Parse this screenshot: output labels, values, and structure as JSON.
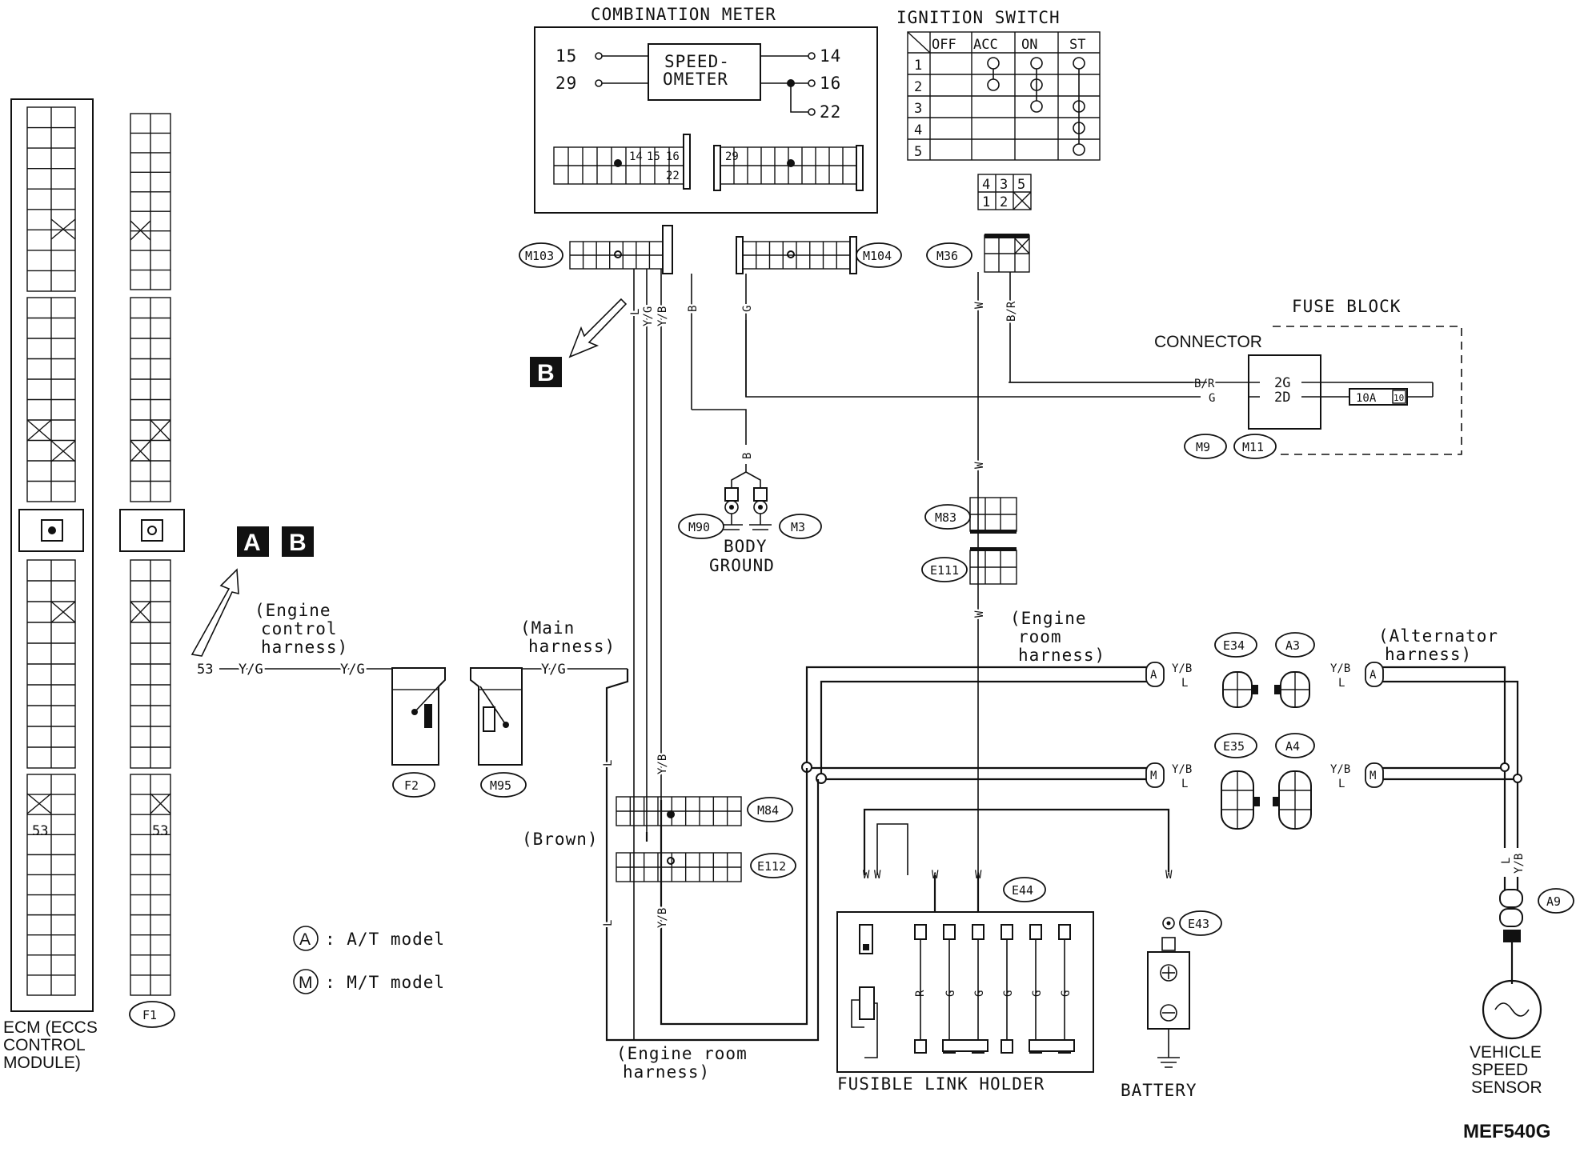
{
  "titles": {
    "combination_meter": "COMBINATION METER",
    "speedometer_line1": "SPEED-",
    "speedometer_line2": "OMETER",
    "ignition_switch": "IGNITION SWITCH",
    "fuse_block": "FUSE BLOCK",
    "connector": "CONNECTOR",
    "body_ground_1": "BODY",
    "body_ground_2": "GROUND",
    "fusible_link_holder": "FUSIBLE LINK HOLDER",
    "battery": "BATTERY",
    "vss_1": "VEHICLE",
    "vss_2": "SPEED",
    "vss_3": "SENSOR",
    "ecm_1": "ECM (ECCS",
    "ecm_2": "CONTROL",
    "ecm_3": "MODULE)",
    "figure_code": "MEF540G"
  },
  "meter_pins": {
    "p15": "15",
    "p29": "29",
    "p14": "14",
    "p16": "16",
    "p22": "22",
    "c14": "14",
    "c15": "15",
    "c16": "16",
    "c22": "22",
    "c29": "29"
  },
  "ignition_table": {
    "headers": [
      "OFF",
      "ACC",
      "ON",
      "ST"
    ],
    "rows": [
      "1",
      "2",
      "3",
      "4",
      "5"
    ]
  },
  "ignition_connector": {
    "top": [
      "4",
      "3",
      "5"
    ],
    "bottom": [
      "1",
      "2"
    ]
  },
  "connectors": {
    "m103": "M103",
    "m104": "M104",
    "m36": "M36",
    "m9": "M9",
    "m11": "M11",
    "m90": "M90",
    "m3": "M3",
    "m83": "M83",
    "e111": "E111",
    "e34": "E34",
    "a3": "A3",
    "e35": "E35",
    "a4": "A4",
    "a9": "A9",
    "f2": "F2",
    "m95": "M95",
    "m84": "M84",
    "e112": "E112",
    "e44": "E44",
    "e43": "E43",
    "f1": "F1"
  },
  "wire_colors": {
    "l": "L",
    "yg": "Y/G",
    "yb": "Y/B",
    "b": "B",
    "g": "G",
    "w": "W",
    "br": "B/R",
    "r": "R"
  },
  "fuse": {
    "t2g": "2G",
    "t2d": "2D",
    "rating": "10A",
    "num": "10"
  },
  "harness_labels": {
    "engine_control_1": "(Engine",
    "engine_control_2": "control",
    "engine_control_3": "harness)",
    "main_1": "(Main",
    "main_2": "harness)",
    "engine_room_1": "(Engine",
    "engine_room_2": "room",
    "engine_room_3": "harness)",
    "alternator_1": "(Alternator",
    "alternator_2": "harness)",
    "engine_room_b1": "(Engine room",
    "engine_room_b2": "harness)",
    "brown": "(Brown)"
  },
  "ecm_terminal": {
    "pin": "53",
    "left_pin": "53",
    "right_pin": "53"
  },
  "badges": {
    "a": "A",
    "b": "B"
  },
  "legend": {
    "a_mark": "A",
    "a_text": ": A/T model",
    "m_mark": "M",
    "m_text": ": M/T model"
  },
  "model_marks": {
    "a": "A",
    "m": "M"
  }
}
